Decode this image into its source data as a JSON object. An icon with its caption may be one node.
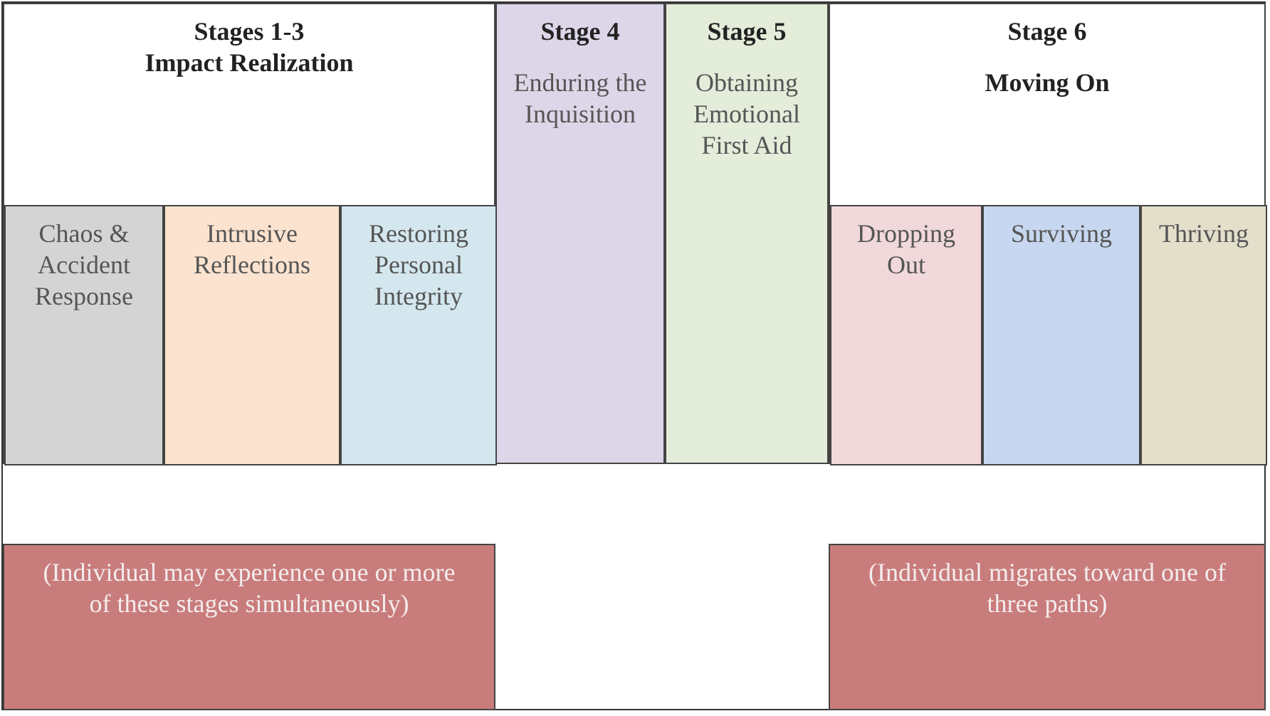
{
  "diagram": {
    "nodes": [
      {
        "text": [
          "Stages 1-3",
          "Impact Realization"
        ]
      },
      {
        "text": [
          "Chaos & Accident Response"
        ],
        "in": 0
      },
      {
        "text": [
          "Intrusive Reflections"
        ],
        "in": 0
      },
      {
        "text": [
          "Restoring Personal Integrity"
        ],
        "in": 0
      },
      {
        "text": [
          "Stage 4",
          "Enduring the Inquisition"
        ]
      },
      {
        "text": [
          "Stage 5",
          "Obtaining Emotional First Aid"
        ]
      },
      {
        "text": [
          "Stage 6",
          "Moving On"
        ]
      },
      {
        "text": [
          "Dropping Out"
        ],
        "in": 6
      },
      {
        "text": [
          "Surviving"
        ],
        "in": 6
      },
      {
        "text": [
          "Thriving"
        ],
        "in": 6
      },
      {
        "text": [
          "(Individual may experience one or more of these stages simultaneously)"
        ]
      },
      {
        "text": [
          "(Individual migrates toward one of three paths)"
        ]
      }
    ]
  }
}
